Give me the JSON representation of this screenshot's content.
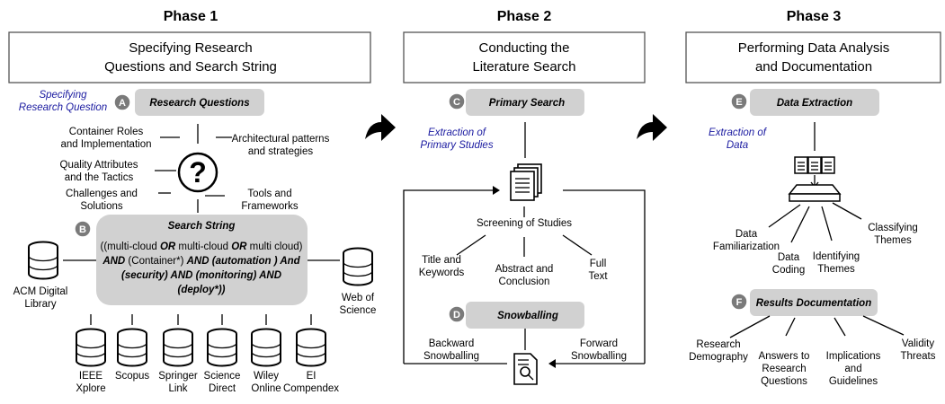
{
  "phases": [
    {
      "title": "Phase 1",
      "heading_lines": [
        "Specifying Research",
        "Questions and Search String"
      ],
      "side_label_lines": [
        "Specifying",
        "Research Question"
      ],
      "step_a": {
        "letter": "A",
        "label": "Research Questions"
      },
      "topics": [
        [
          "Container Roles",
          "and Implementation"
        ],
        [
          "Architectural patterns",
          "and strategies"
        ],
        [
          "Quality Attributes",
          "and the Tactics"
        ],
        [
          "Challenges and",
          "Solutions"
        ],
        [
          "Tools and",
          "Frameworks"
        ]
      ],
      "question_mark": "?",
      "step_b": {
        "letter": "B",
        "label": "Search String",
        "query": {
          "l1a": "((multi-cloud ",
          "l1b": "OR",
          "l1c": " multi-cloud ",
          "l1d": "OR",
          "l1e": " multi cloud)",
          "l2a": "AND",
          "l2b": " (Container*) ",
          "l2c": "AND (automation ) And",
          "l3": "(security) AND (monitoring) AND",
          "l4": "(deploy*))"
        }
      },
      "databases": [
        [
          "ACM Digital",
          "Library"
        ],
        [
          "Web of",
          "Science"
        ],
        [
          "IEEE",
          "Xplore"
        ],
        [
          "Scopus"
        ],
        [
          "Springer",
          "Link"
        ],
        [
          "Science",
          "Direct"
        ],
        [
          "Wiley",
          "Online"
        ],
        [
          "EI",
          "Compendex"
        ]
      ]
    },
    {
      "title": "Phase 2",
      "heading_lines": [
        "Conducting the",
        "Literature Search"
      ],
      "step_c": {
        "letter": "C",
        "label": "Primary Search"
      },
      "side_label_lines": [
        "Extraction of",
        "Primary Studies"
      ],
      "screening_label": "Screening of Studies",
      "screening_items": [
        [
          "Title and",
          "Keywords"
        ],
        [
          "Abstract and",
          "Conclusion"
        ],
        [
          "Full",
          "Text"
        ]
      ],
      "step_d": {
        "letter": "D",
        "label": "Snowballing"
      },
      "snowball_left": [
        "Backward",
        "Snowballing"
      ],
      "snowball_right": [
        "Forward",
        "Snowballing"
      ]
    },
    {
      "title": "Phase 3",
      "heading_lines": [
        "Performing Data Analysis",
        "and Documentation"
      ],
      "step_e": {
        "letter": "E",
        "label": "Data Extraction"
      },
      "side_label_lines": [
        "Extraction of",
        "Data"
      ],
      "extraction_items": [
        [
          "Data",
          "Familiarization"
        ],
        [
          "Data",
          "Coding"
        ],
        [
          "Identifying",
          "Themes"
        ],
        [
          "Classifying",
          "Themes"
        ]
      ],
      "step_f": {
        "letter": "F",
        "label": "Results Documentation"
      },
      "result_items": [
        [
          "Research",
          "Demography"
        ],
        [
          "Answers to",
          "Research",
          "Questions"
        ],
        [
          "Implications",
          "and",
          "Guidelines"
        ],
        [
          "Validity",
          "Threats"
        ]
      ]
    }
  ],
  "colors": {
    "pill": "#d1d1d1",
    "badge": "#7a7a7a",
    "side_label": "#1a1aa0"
  }
}
